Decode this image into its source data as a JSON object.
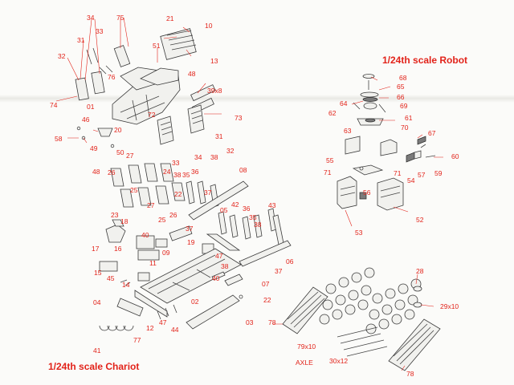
{
  "titles": {
    "robot": "1/24th scale Robot",
    "chariot": "1/24th scale Chariot"
  },
  "colors": {
    "label": "#e2231a",
    "line": "#3a3a3a",
    "paper": "#fbfbf9"
  },
  "labels": [
    {
      "t": "34"
    },
    {
      "t": "75"
    },
    {
      "t": "21"
    },
    {
      "t": "10"
    },
    {
      "t": "33"
    },
    {
      "t": "31"
    },
    {
      "t": "51"
    },
    {
      "t": "32"
    },
    {
      "t": "13"
    },
    {
      "t": "76"
    },
    {
      "t": "48"
    },
    {
      "t": "39x8"
    },
    {
      "t": "74"
    },
    {
      "t": "01"
    },
    {
      "t": "46"
    },
    {
      "t": "72"
    },
    {
      "t": "73"
    },
    {
      "t": "20"
    },
    {
      "t": "58"
    },
    {
      "t": "49"
    },
    {
      "t": "31"
    },
    {
      "t": "50"
    },
    {
      "t": "34"
    },
    {
      "t": "38"
    },
    {
      "t": "32"
    },
    {
      "t": "27"
    },
    {
      "t": "33"
    },
    {
      "t": "08"
    },
    {
      "t": "48"
    },
    {
      "t": "26"
    },
    {
      "t": "24"
    },
    {
      "t": "38"
    },
    {
      "t": "35"
    },
    {
      "t": "36"
    },
    {
      "t": "25"
    },
    {
      "t": "37"
    },
    {
      "t": "22"
    },
    {
      "t": "27"
    },
    {
      "t": "23"
    },
    {
      "t": "26"
    },
    {
      "t": "42"
    },
    {
      "t": "43"
    },
    {
      "t": "05"
    },
    {
      "t": "36"
    },
    {
      "t": "25"
    },
    {
      "t": "35"
    },
    {
      "t": "18"
    },
    {
      "t": "37"
    },
    {
      "t": "38"
    },
    {
      "t": "40"
    },
    {
      "t": "19"
    },
    {
      "t": "17"
    },
    {
      "t": "16"
    },
    {
      "t": "09"
    },
    {
      "t": "47"
    },
    {
      "t": "06"
    },
    {
      "t": "11"
    },
    {
      "t": "38"
    },
    {
      "t": "37"
    },
    {
      "t": "15"
    },
    {
      "t": "45"
    },
    {
      "t": "40"
    },
    {
      "t": "14"
    },
    {
      "t": "07"
    },
    {
      "t": "02"
    },
    {
      "t": "22"
    },
    {
      "t": "04"
    },
    {
      "t": "12"
    },
    {
      "t": "47"
    },
    {
      "t": "44"
    },
    {
      "t": "03"
    },
    {
      "t": "78"
    },
    {
      "t": "41"
    },
    {
      "t": "77"
    },
    {
      "t": "68"
    },
    {
      "t": "65"
    },
    {
      "t": "66"
    },
    {
      "t": "64"
    },
    {
      "t": "69"
    },
    {
      "t": "62"
    },
    {
      "t": "61"
    },
    {
      "t": "63"
    },
    {
      "t": "70"
    },
    {
      "t": "67"
    },
    {
      "t": "55"
    },
    {
      "t": "60"
    },
    {
      "t": "71"
    },
    {
      "t": "71"
    },
    {
      "t": "57"
    },
    {
      "t": "59"
    },
    {
      "t": "54"
    },
    {
      "t": "56"
    },
    {
      "t": "52"
    },
    {
      "t": "53"
    },
    {
      "t": "28"
    },
    {
      "t": "29x10"
    },
    {
      "t": "79x10"
    },
    {
      "t": "AXLE"
    },
    {
      "t": "30x12"
    },
    {
      "t": "78"
    }
  ]
}
